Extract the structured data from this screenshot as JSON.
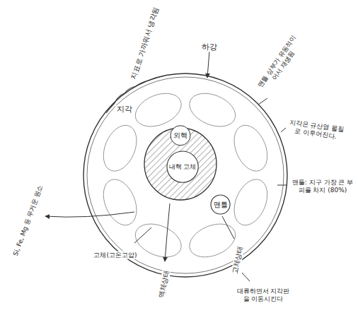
{
  "diagram": {
    "nodes": [
      {
        "text": [
          "지각"
        ]
      },
      {
        "text": [
          "맨틀"
        ],
        "in": 0
      },
      {
        "text": [
          "외핵"
        ],
        "in": 0
      },
      {
        "text": [
          "내핵 고체"
        ],
        "in": 2
      }
    ],
    "edges": [],
    "labels": [
      "지표로 가까워서 냉각됨",
      "하강",
      "맨틀 상부가 유동적이어서 재생됨",
      "지각은 규산염 물질로 이루어진다.",
      "맨틀: 지구 가장 큰 부피를 차지 (80%)",
      "Si, Fe, Mg 등 무거운 원소",
      "고체(고온고압)",
      "액체상태",
      "고체상태",
      "대류하면서 지각판을 이동시킨다"
    ]
  }
}
